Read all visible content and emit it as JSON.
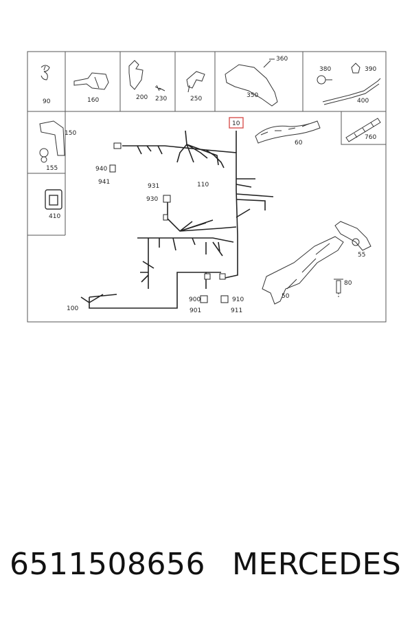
{
  "diagram": {
    "callouts": {
      "p90": "90",
      "p160": "160",
      "p200": "200",
      "p230": "230",
      "p250": "250",
      "p350": "350",
      "p360": "360",
      "p380": "380",
      "p390": "390",
      "p400": "400",
      "p150": "150",
      "p155": "155",
      "p410": "410",
      "p10": "10",
      "p60": "60",
      "p760": "760",
      "p940": "940",
      "p941": "941",
      "p931": "931",
      "p930": "930",
      "p110": "110",
      "p55": "55",
      "p80": "80",
      "p50": "50",
      "p100": "100",
      "p900": "900",
      "p901": "901",
      "p910": "910",
      "p911": "911"
    },
    "highlighted_callout": "10",
    "highlight_color": "#d9534f"
  },
  "footer": {
    "part_number": "6511508656",
    "brand": "MERCEDES"
  }
}
